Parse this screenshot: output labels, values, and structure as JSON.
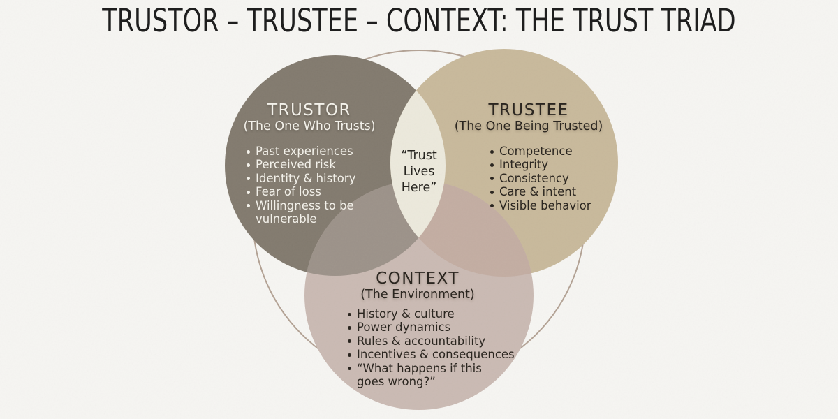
{
  "title": "TRUSTOR – TRUSTEE – CONTEXT: THE TRUST TRIAD",
  "colors": {
    "background": "#f6f5f2",
    "outline_ring": "#b3a294",
    "trustor_fill": "#827a6e",
    "trustee_fill": "#c8b99b",
    "context_fill": "#cabab3",
    "trustor_context_overlap": "#9c9289",
    "trustee_context_overlap": "#c3ada2",
    "center_lens": "#ece9dc",
    "title_text": "#1e1e1e",
    "light_text": "#f3f1ea",
    "dark_text": "#2b2620"
  },
  "venn": {
    "center_label": "“Trust\nLives\nHere”",
    "circles": [
      {
        "id": "trustor",
        "title": "TRUSTOR",
        "subtitle": "(The One Who Trusts)",
        "bullets": [
          "Past experiences",
          "Perceived risk",
          "Identity & history",
          "Fear of loss",
          "Willingness to be\nvulnerable"
        ]
      },
      {
        "id": "trustee",
        "title": "TRUSTEE",
        "subtitle": "(The One Being Trusted)",
        "bullets": [
          "Competence",
          "Integrity",
          "Consistency",
          "Care & intent",
          "Visible behavior"
        ]
      },
      {
        "id": "context",
        "title": "CONTEXT",
        "subtitle": "(The Environment)",
        "bullets": [
          "History & culture",
          "Power dynamics",
          "Rules & accountability",
          "Incentives & consequences",
          "“What happens if this\ngoes wrong?”"
        ]
      }
    ]
  }
}
